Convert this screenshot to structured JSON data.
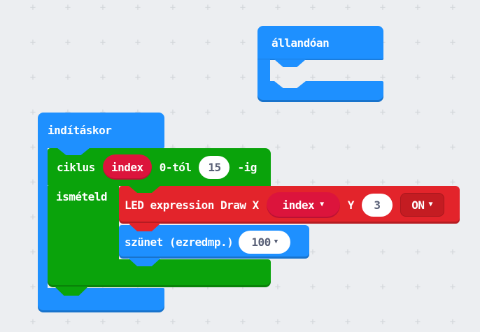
{
  "workspace": {
    "background_color": "#eceef1",
    "grid_cross_color": "#d2d6da",
    "grid_cross_glyph": "+"
  },
  "icons": {
    "dropdown_arrow": "▼"
  },
  "colors": {
    "basic_blue": "#1e90ff",
    "loops_green": "#0aa30b",
    "led_red": "#e3242b",
    "variable_crimson": "#dc143c",
    "dropdown_dark_red": "#c41c22",
    "field_text_gray": "#575e75"
  },
  "blocks": {
    "forever": {
      "label": "állandóan"
    },
    "on_start": {
      "label": "indításkor"
    },
    "for_loop": {
      "keyword": "ciklus",
      "variable": "index",
      "from_label": "0-tól",
      "to_value": "15",
      "to_label": "-ig",
      "do_label": "ismételd"
    },
    "led_draw": {
      "label": "LED expression Draw X",
      "x_variable": "index",
      "y_label": "Y",
      "y_value": "3",
      "mode": "ON"
    },
    "pause": {
      "label": "szünet (ezredmp.)",
      "duration": "100"
    }
  }
}
